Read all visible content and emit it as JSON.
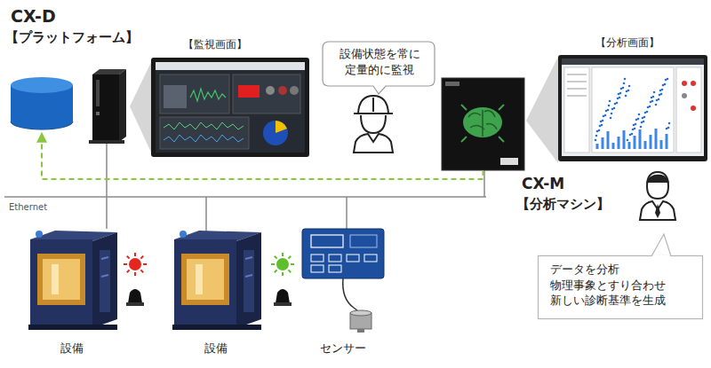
{
  "diagram": {
    "nodes": [
      {
        "text": [
          "CX-D",
          "【プラットフォーム】"
        ]
      },
      {
        "text": [
          "【監視画面】"
        ]
      },
      {
        "text": [
          "設備状態を常に 定量的に監視"
        ]
      },
      {
        "text": [
          "CX-M",
          "【分析マシン】"
        ]
      },
      {
        "text": [
          "【分析画面】"
        ]
      },
      {
        "text": [
          "データを分析 物理事象とすり合わせ 新しい診断基準を生成"
        ]
      },
      {
        "text": [
          "設備"
        ]
      },
      {
        "text": [
          "設備"
        ]
      },
      {
        "text": [
          "センサー"
        ]
      }
    ],
    "edges": [
      {
        "from": 3,
        "to": 0,
        "arrow": "to"
      }
    ],
    "labels": [
      "Ethernet"
    ]
  }
}
